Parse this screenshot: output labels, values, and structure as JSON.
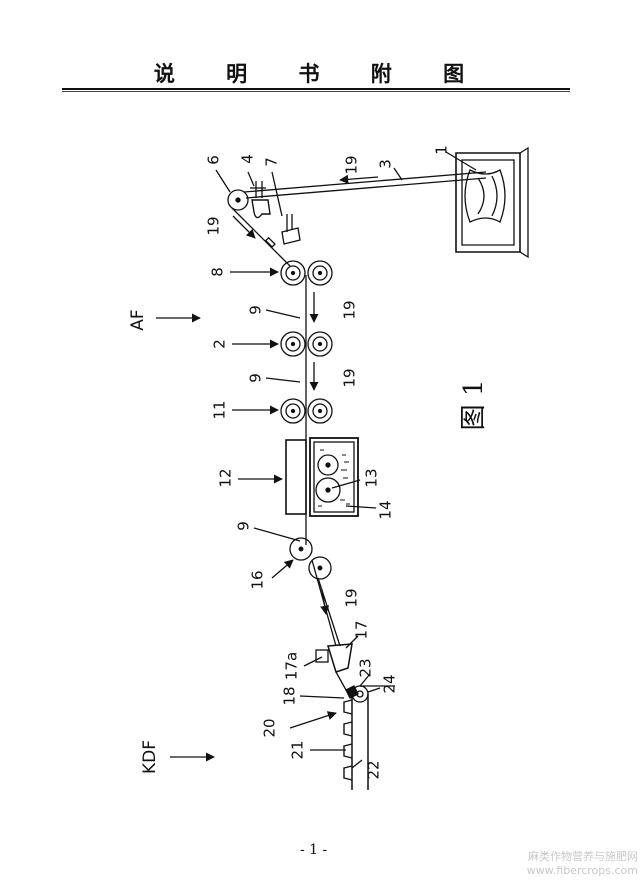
{
  "header": {
    "title": "说 明 书 附 图"
  },
  "figure": {
    "caption": "图 1"
  },
  "labels": {
    "l1": "1",
    "l2": "2",
    "l3": "3",
    "l4": "4",
    "l6": "6",
    "l7": "7",
    "l8": "8",
    "l9a": "9",
    "l9b": "9",
    "l9c": "9",
    "l11": "11",
    "l12": "12",
    "l13": "13",
    "l14": "14",
    "l16": "16",
    "l17": "17",
    "l17a": "17a",
    "l18": "18",
    "l19a": "19",
    "l19b": "19",
    "l19c": "19",
    "l19d": "19",
    "l19e": "19",
    "l20": "20",
    "l21": "21",
    "l22": "22",
    "l23": "23",
    "l24": "24",
    "af": "AF",
    "kdf": "KDF"
  },
  "footer": {
    "page_number": "- 1 -"
  },
  "watermark": {
    "line1": "麻类作物营养与施肥网",
    "line2": "www.fibercrops.com"
  }
}
